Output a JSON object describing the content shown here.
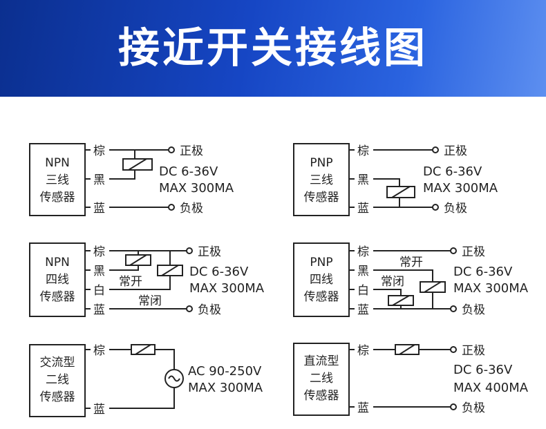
{
  "title": "接近开关接线图",
  "labels": {
    "brown": "棕",
    "black": "黑",
    "white": "白",
    "blue": "蓝",
    "positive": "正极",
    "negative": "负极",
    "no": "常开",
    "nc": "常闭"
  },
  "sensors": {
    "npn3": {
      "line1": "NPN",
      "line2": "三线",
      "line3": "传感器",
      "spec1": "DC 6-36V",
      "spec2": "MAX 300MA"
    },
    "pnp3": {
      "line1": "PNP",
      "line2": "三线",
      "line3": "传感器",
      "spec1": "DC 6-36V",
      "spec2": "MAX 300MA"
    },
    "npn4": {
      "line1": "NPN",
      "line2": "四线",
      "line3": "传感器",
      "spec1": "DC 6-36V",
      "spec2": "MAX 300MA"
    },
    "pnp4": {
      "line1": "PNP",
      "line2": "四线",
      "line3": "传感器",
      "spec1": "DC 6-36V",
      "spec2": "MAX 300MA"
    },
    "ac2": {
      "line1": "交流型",
      "line2": "二线",
      "line3": "传感器",
      "spec1": "AC 90-250V",
      "spec2": "MAX 300MA"
    },
    "dc2": {
      "line1": "直流型",
      "line2": "二线",
      "line3": "传感器",
      "spec1": "DC 6-36V",
      "spec2": "MAX 400MA"
    }
  }
}
